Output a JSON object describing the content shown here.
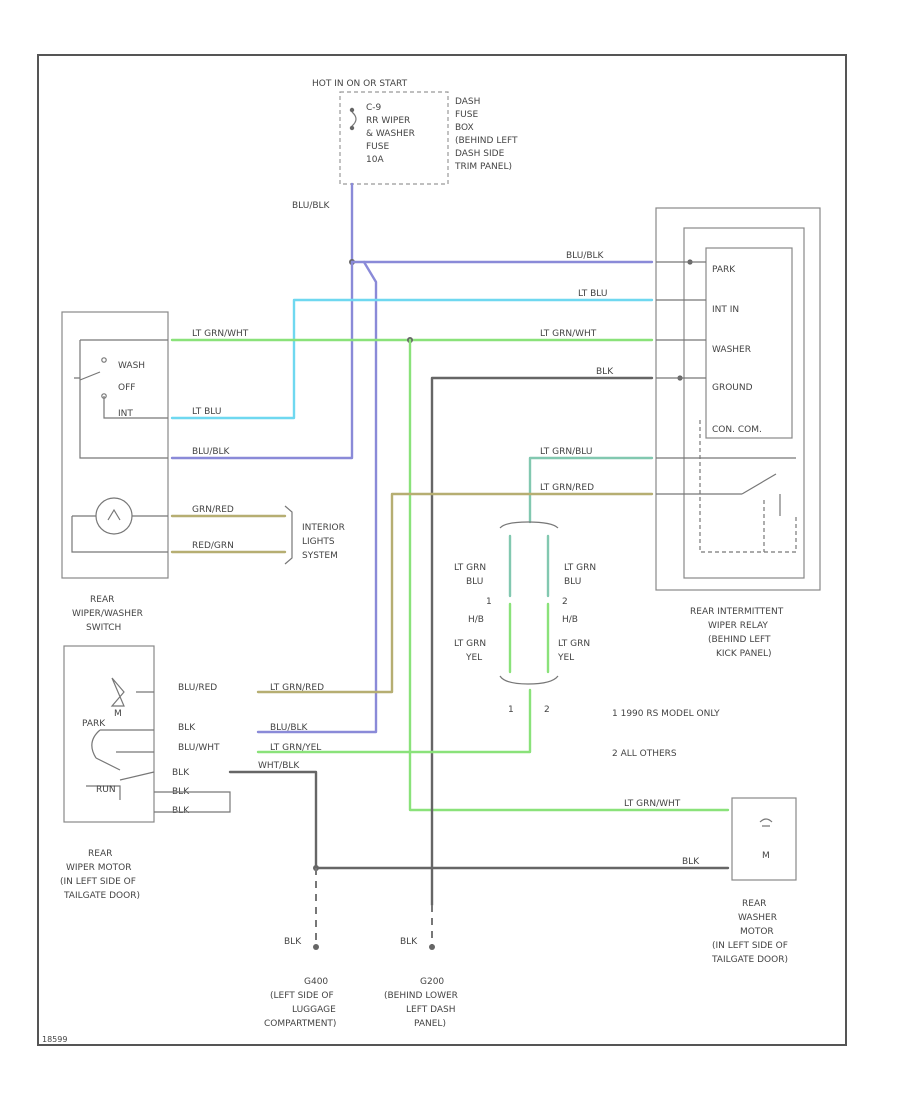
{
  "fuse": {
    "header": "HOT IN ON OR START",
    "name_lines": [
      "C-9",
      "RR WIPER",
      "& WASHER",
      "FUSE",
      "10A"
    ],
    "location_lines": [
      "DASH",
      "FUSE",
      "BOX",
      "(BEHIND LEFT",
      "DASH SIDE",
      "TRIM PANEL)"
    ]
  },
  "wire_labels": {
    "fuse_out": "BLU/BLK",
    "relay_park": "BLU/BLK",
    "relay_int": "LT BLU",
    "relay_washer": "LT GRN/WHT",
    "relay_ground": "BLK",
    "relay_con1": "LT GRN/BLU",
    "relay_con2": "LT GRN/RED",
    "switch_washer": "LT GRN/WHT",
    "switch_int": "LT BLU",
    "switch_batt": "BLU/BLK",
    "switch_lamp1": "GRN/RED",
    "switch_lamp2": "RED/GRN",
    "motor_red_a": "BLU/RED",
    "motor_red_b": "LT GRN/RED",
    "motor_blk": "BLK",
    "motor_blkwht": "BLU/BLK",
    "motor_blu": "BLU/WHT",
    "motor_yel": "LT GRN/YEL",
    "motor_gnd": "WHT/BLK",
    "motor_loop1": "BLK",
    "motor_loop2": "BLK",
    "motor_loop3": "BLK",
    "washer_motor_in": "LT GRN/WHT",
    "washer_motor_gnd": "BLK",
    "g1": "BLK",
    "g2": "BLK"
  },
  "relay": {
    "terms": [
      "PARK",
      "INT IN",
      "WASHER",
      "GROUND",
      "CON. COM."
    ],
    "caption": [
      "REAR INTERMITTENT",
      "WIPER RELAY",
      "(BEHIND LEFT",
      "KICK PANEL)"
    ]
  },
  "switch": {
    "positions": [
      "WASH",
      "OFF",
      "INT"
    ],
    "caption": [
      "REAR",
      "WIPER/WASHER",
      "SWITCH"
    ],
    "interior": [
      "INTERIOR",
      "LIGHTS",
      "SYSTEM"
    ]
  },
  "motor": {
    "caption": [
      "REAR",
      "WIPER MOTOR",
      "(IN LEFT SIDE OF",
      "TAILGATE DOOR)"
    ],
    "park_label": "PARK",
    "run_label": "RUN",
    "m": "M"
  },
  "splice": {
    "left_top": [
      "LT GRN",
      "BLU"
    ],
    "right_top": [
      "LT GRN",
      "BLU"
    ],
    "left_num": "1",
    "right_num": "2",
    "left_mid": "H/B",
    "right_mid": "H/B",
    "left_bot": [
      "LT GRN",
      "YEL"
    ],
    "right_bot": [
      "LT GRN",
      "YEL"
    ],
    "bot_num1": "1",
    "bot_num2": "2"
  },
  "notes": [
    "1  1990 RS MODEL ONLY",
    "2  ALL OTHERS"
  ],
  "washer_motor": {
    "caption": [
      "REAR",
      "WASHER",
      "MOTOR",
      "(IN LEFT SIDE OF",
      "TAILGATE DOOR)"
    ],
    "m": "M"
  },
  "grounds": {
    "g1": [
      "G400",
      "(LEFT SIDE OF",
      "LUGGAGE",
      "COMPARTMENT)"
    ],
    "g2": [
      "G200",
      "(BEHIND LOWER",
      "LEFT DASH",
      "PANEL)"
    ]
  },
  "figure_id": "18599"
}
